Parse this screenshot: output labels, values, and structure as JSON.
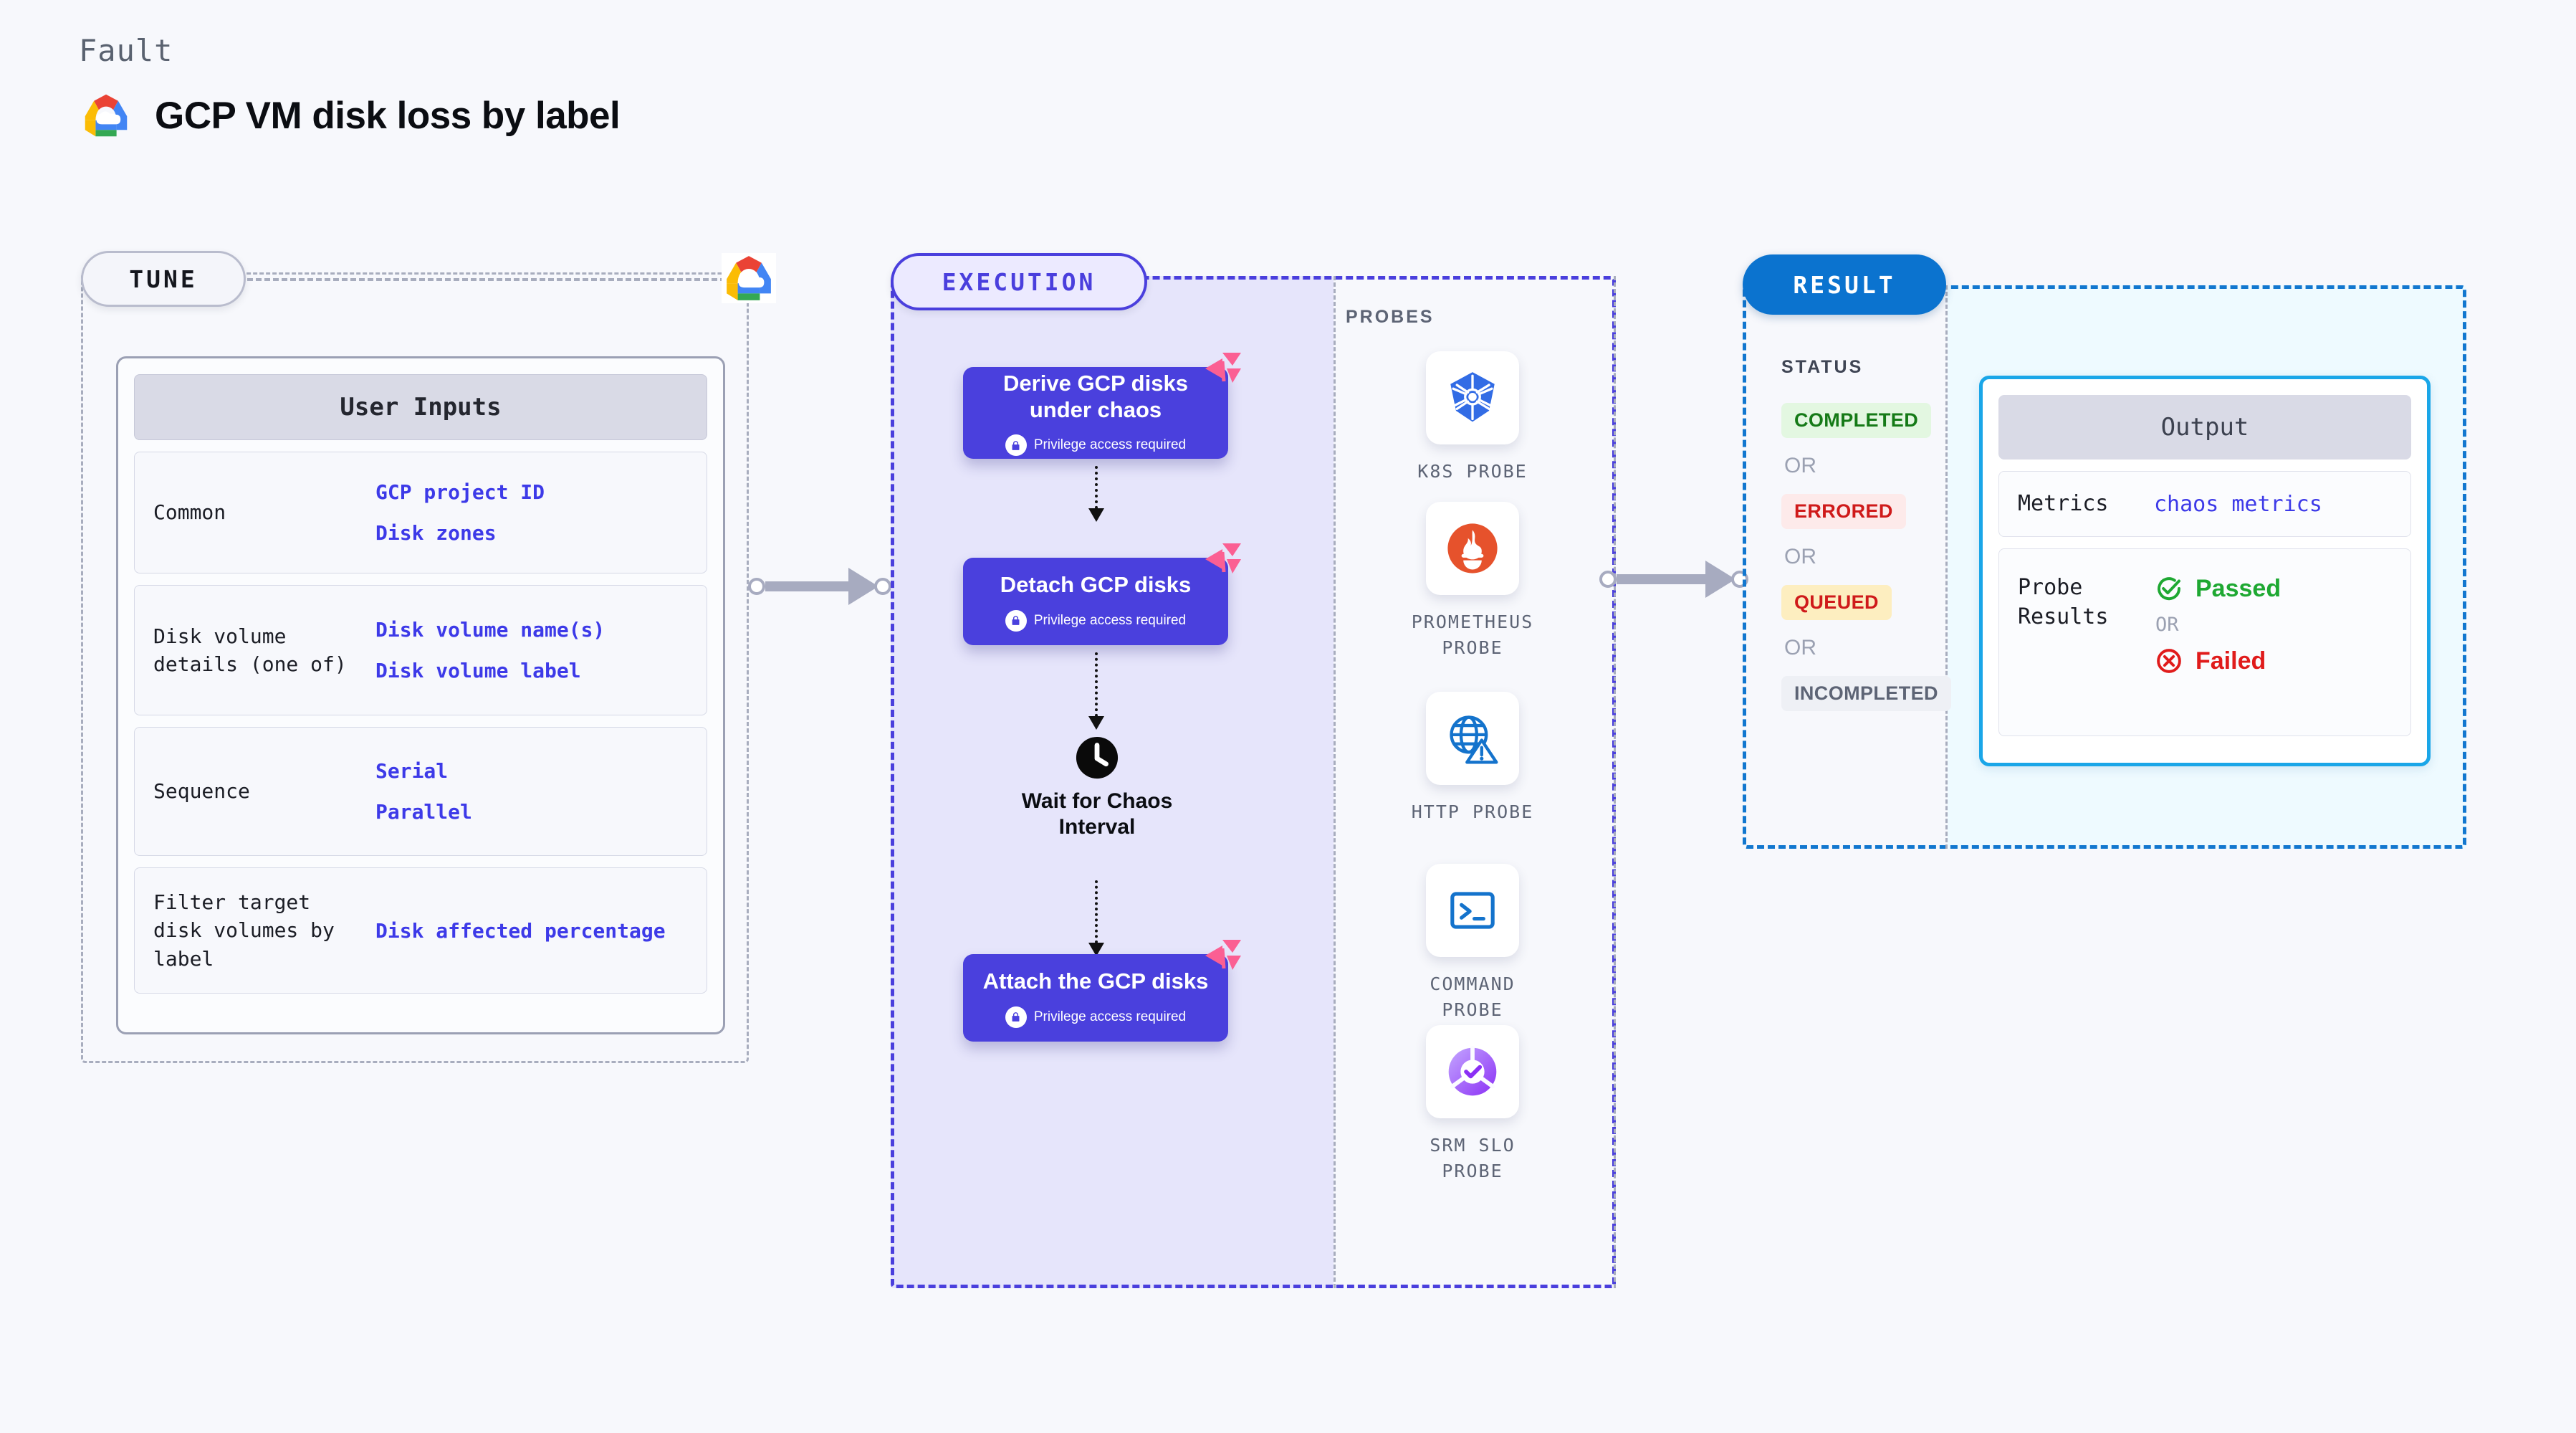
{
  "header": {
    "kicker": "Fault",
    "title": "GCP VM disk loss by label",
    "logo_icon": "gcp-cloud-logo"
  },
  "tune": {
    "badge": "TUNE",
    "brand_icon": "gcp-cloud-logo",
    "card_title": "User Inputs",
    "rows": [
      {
        "key": "Common",
        "values": [
          "GCP project ID",
          "Disk zones"
        ]
      },
      {
        "key": "Disk volume details (one of)",
        "values": [
          "Disk volume name(s)",
          "Disk volume label"
        ]
      },
      {
        "key": "Sequence",
        "values": [
          "Serial",
          "Parallel"
        ]
      },
      {
        "key": "Filter target disk volumes by label",
        "values": [
          "Disk affected percentage"
        ]
      }
    ]
  },
  "execution": {
    "badge": "EXECUTION",
    "privilege_note": "Privilege access required",
    "nodes": [
      {
        "title": "Derive GCP disks under chaos",
        "privileged": true
      },
      {
        "title": "Detach GCP disks",
        "privileged": true
      },
      {
        "title": "Attach the GCP disks",
        "privileged": true
      }
    ],
    "wait": {
      "label": "Wait for Chaos Interval",
      "icon": "clock-icon"
    }
  },
  "probes": {
    "label": "PROBES",
    "items": [
      {
        "name": "K8S PROBE",
        "icon": "kubernetes-icon"
      },
      {
        "name": "PROMETHEUS PROBE",
        "icon": "prometheus-icon"
      },
      {
        "name": "HTTP PROBE",
        "icon": "http-globe-warning-icon"
      },
      {
        "name": "COMMAND PROBE",
        "icon": "terminal-icon"
      },
      {
        "name": "SRM SLO PROBE",
        "icon": "srm-slo-icon"
      }
    ]
  },
  "result": {
    "badge": "RESULT",
    "status_label": "STATUS",
    "or_label": "OR",
    "statuses": [
      {
        "text": "COMPLETED",
        "bg": "#e3f7e1",
        "fg": "#157a17"
      },
      {
        "text": "ERRORED",
        "bg": "#fdeaea",
        "fg": "#cf1a1a"
      },
      {
        "text": "QUEUED",
        "bg": "#fdeec0",
        "fg": "#cf1a1a"
      },
      {
        "text": "INCOMPLETED",
        "bg": "#eef0f5",
        "fg": "#5d6475"
      }
    ],
    "output": {
      "title": "Output",
      "metrics_key": "Metrics",
      "metrics_value": "chaos metrics",
      "probe_results_key": "Probe Results",
      "passed": "Passed",
      "failed": "Failed",
      "or_label": "OR"
    }
  },
  "colors": {
    "page_bg": "#f7f8fc",
    "node_purple": "#4a40dd",
    "exec_fill": "#e6e5fb",
    "result_fill": "#eefaff",
    "result_badge": "#0b73cf",
    "output_border": "#1aa6e8",
    "value_blue": "#3d3ae8",
    "flag_pink": "#fb5f93"
  }
}
